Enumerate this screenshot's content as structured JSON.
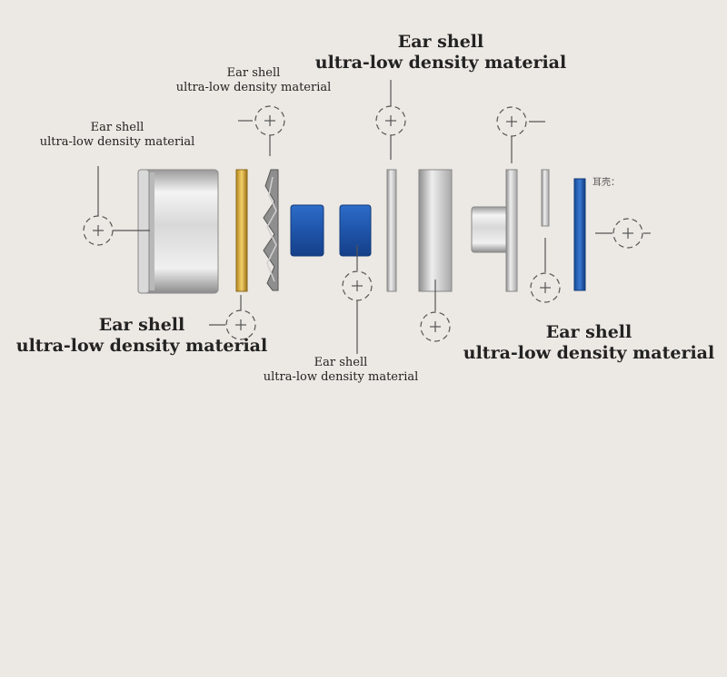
{
  "labels": {
    "label_1": {
      "line1": "Ear shell",
      "line2": "ultra-low density material"
    },
    "label_2": {
      "line1": "Ear shell",
      "line2": "ultra-low density material"
    },
    "label_3": {
      "line1": "Ear shell",
      "line2": "ultra-low density material"
    },
    "label_4": {
      "line1": "Ear shell",
      "line2": "ultra-low density material"
    },
    "label_5": {
      "line1": "Ear shell",
      "line2": "ultra-low density material"
    },
    "label_6": {
      "line1": "Ear shell",
      "line2": "ultra-low density material"
    },
    "small_note": "耳壳："
  },
  "colors": {
    "background": "#ece8e3",
    "metal": "#c9c9c9",
    "gold": "#d4a73a",
    "blue": "#1d4f9e",
    "marker": "#555555"
  }
}
